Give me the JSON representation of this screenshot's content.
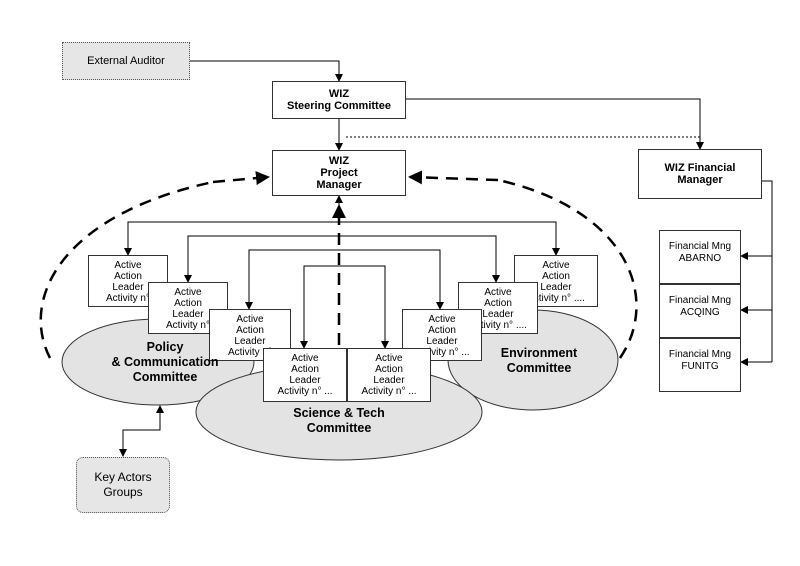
{
  "nodes": {
    "external_auditor": "External Auditor",
    "steering": {
      "line1": "WIZ",
      "line2": "Steering Committee"
    },
    "project_manager": {
      "line1": "WIZ",
      "line2": "Project",
      "line3": "Manager"
    },
    "financial_manager": {
      "line1": "WIZ Financial",
      "line2": "Manager"
    },
    "key_actors": {
      "line1": "Key Actors",
      "line2": "Groups"
    }
  },
  "financial_mngs": [
    {
      "line1": "Financial Mng",
      "line2": "ABARNO"
    },
    {
      "line1": "Financial Mng",
      "line2": "ACQING"
    },
    {
      "line1": "Financial Mng",
      "line2": "FUNITG"
    }
  ],
  "committees": {
    "policy": {
      "line1": "Policy",
      "line2": "& Communication",
      "line3": "Committee"
    },
    "science": {
      "line1": "Science & Tech",
      "line2": "Committee"
    },
    "environment": {
      "line1": "Environment",
      "line2": "Committee"
    }
  },
  "activity_boxes": [
    {
      "l1": "Active",
      "l2": "Action",
      "l3": "Leader",
      "l4": "Activity n°"
    },
    {
      "l1": "Active",
      "l2": "Action",
      "l3": "Leader",
      "l4": "Activity n°"
    },
    {
      "l1": "Active",
      "l2": "Action",
      "l3": "Leader",
      "l4": "Activity n°"
    },
    {
      "l1": "Active",
      "l2": "Action",
      "l3": "Leader",
      "l4": "Activity n° ..."
    },
    {
      "l1": "Active",
      "l2": "Action",
      "l3": "Leader",
      "l4": "Activity n° ..."
    },
    {
      "l1": "Active",
      "l2": "Action",
      "l3": "Leader",
      "l4": "Activity n° ..."
    },
    {
      "l1": "Active",
      "l2": "Action",
      "l3": "Leader",
      "l4": "Activity n° ...."
    },
    {
      "l1": "Active",
      "l2": "Action",
      "l3": "Leader",
      "l4": "Activity n° ...."
    }
  ],
  "colors": {
    "committee_fill": "#e3e3e3",
    "border": "#333333",
    "gray_box": "#e6e6e6"
  }
}
